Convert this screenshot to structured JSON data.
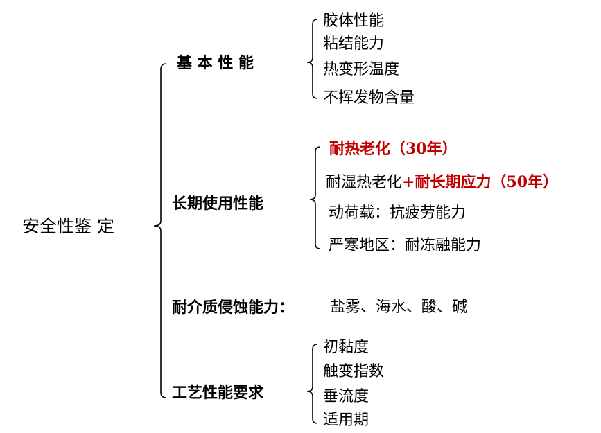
{
  "root": "安全性鉴 定",
  "basic": {
    "label": "基 本 性 能",
    "items": [
      "胶体性能",
      "粘结能力",
      "热变形温度",
      "不挥发物含量"
    ]
  },
  "longterm": {
    "label": "长期使用性能",
    "item1": "耐热老化（30年）",
    "item2_part1": "耐湿热老化",
    "item2_part2": "+耐长期应力（50年）",
    "item3": "动荷载：抗疲劳能力",
    "item4": "严寒地区：耐冻融能力"
  },
  "medium": {
    "label": "耐介质侵蚀能力：",
    "value": "盐雾、海水、酸、碱"
  },
  "process": {
    "label": "工艺性能要求",
    "items": [
      "初黏度",
      "触变指数",
      "垂流度",
      "适用期"
    ]
  }
}
